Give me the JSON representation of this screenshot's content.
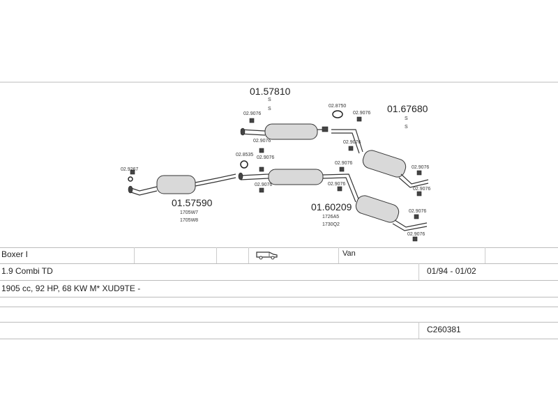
{
  "parts": {
    "muffler_front": "01.57590",
    "muffler_front_ref1": "1705W7",
    "muffler_front_ref2": "1705W8",
    "muffler_mid_upper": "01.57810",
    "muffler_mid_lower": "01.60209",
    "muffler_mid_lower_ref1": "1726A5",
    "muffler_mid_lower_ref2": "1730Q2",
    "muffler_rear": "01.67680",
    "s_mark": "S"
  },
  "fittings": {
    "c9267": "02.9267",
    "c9076": "02.9076",
    "c8535": "02.8535",
    "c8750": "02.8750"
  },
  "table": {
    "model": "Boxer I",
    "body_type": "Van",
    "engine": "1.9 Combi TD",
    "years": "01/94 - 01/02",
    "spec": "1905 cc, 92 HP, 68 KW M* XUD9TE -",
    "code": "C260381"
  },
  "icons": {
    "body_icon": "van-icon"
  },
  "colors": {
    "line": "#bbbbbb",
    "part_fill": "#d9d9d9",
    "text": "#222222"
  }
}
